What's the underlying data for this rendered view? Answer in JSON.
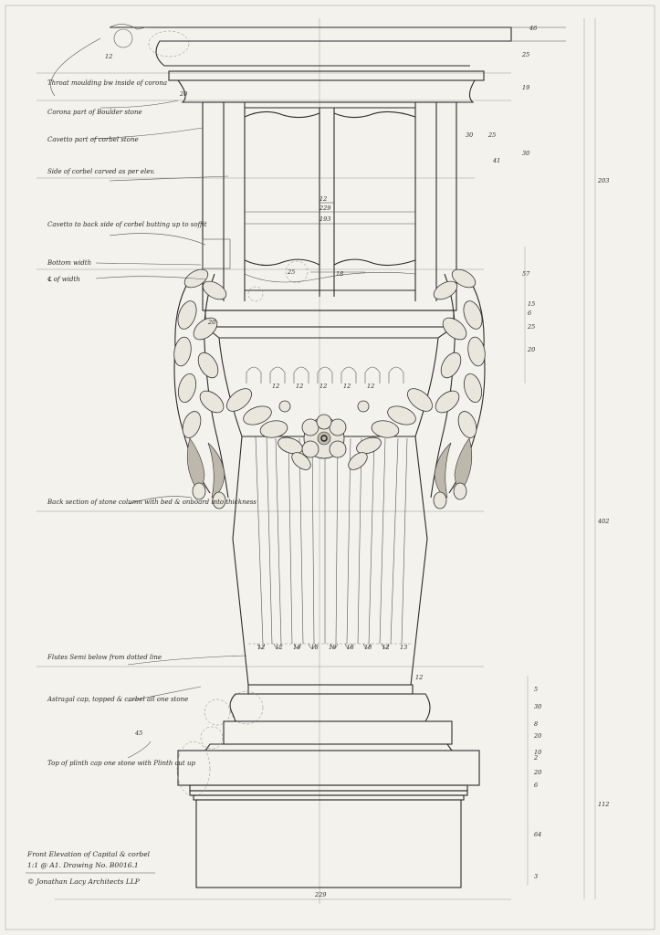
{
  "notes": [
    "Throat moulding bw inside of corona",
    "Corona part of Boulder stone",
    "Cavetto part of corbel stone",
    "Side of corbel carved as per elev.",
    "Cavetto to back side of corbel butting up to soffit",
    "Bottom width",
    "℄ of width",
    "Back section of stone column with bed & onboard into thickness",
    "Flutes Semi below from dotted line",
    "Astragal cap, topped & corbel all one stone",
    "Top of plinth cap one stone with Plinth cut up"
  ],
  "title_block": {
    "line1": "Front Elevation of Capital & corbel",
    "line2": "1:1 @ A1. Drawing No. B0016.1",
    "credit": "© Jonathan Lacy Architects LLP"
  },
  "dims": {
    "top_right": "46",
    "overall_upper": "203",
    "overall_middle": "402",
    "overall_lower": "112",
    "base_width": "229",
    "corbel_inner": "193",
    "corbel_small": "12",
    "corbel_mid": "229",
    "right_stack": [
      "25",
      "19",
      "30",
      "25",
      "30",
      "41",
      "57",
      "15",
      "6",
      "25",
      "20",
      "5",
      "30",
      "8",
      "20",
      "10",
      "2",
      "20",
      "6",
      "64",
      "3"
    ],
    "flute_labels": [
      "12",
      "12",
      "18",
      "18",
      "18",
      "18",
      "18",
      "12",
      "13"
    ],
    "fillet": "12",
    "flute_tops": [
      "12",
      "12",
      "12",
      "12",
      "12"
    ],
    "left_small": [
      "12",
      "20",
      "45",
      "25",
      "18",
      "20"
    ]
  }
}
